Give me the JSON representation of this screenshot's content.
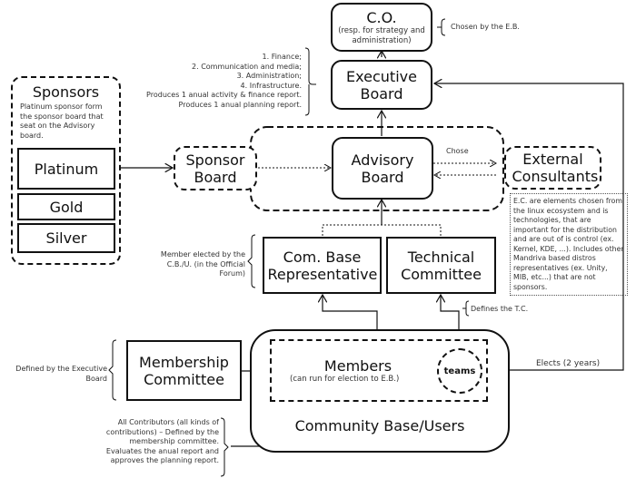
{
  "nodes": {
    "co": {
      "title": "C.O.",
      "subtitle": "(resp. for strategy and administration)"
    },
    "executive_board": {
      "label": "Executive Board"
    },
    "advisory_board": {
      "label": "Advisory Board"
    },
    "sponsor_board": {
      "label": "Sponsor Board"
    },
    "external_consultants": {
      "label": "External Consultants"
    },
    "com_base_rep": {
      "label": "Com. Base Representative"
    },
    "technical_committee": {
      "label": "Technical Committee"
    },
    "membership_committee": {
      "label": "Membership Committee"
    },
    "members": {
      "title": "Members",
      "subtitle": "(can run for election to E.B.)"
    },
    "teams": {
      "label": "teams"
    },
    "community": {
      "label": "Community Base/Users"
    },
    "sponsors": {
      "title": "Sponsors",
      "description": "Platinum sponsor form the sponsor board that seat on the Advisory board.",
      "tiers": [
        "Platinum",
        "Gold",
        "Silver"
      ]
    }
  },
  "annotations": {
    "co_chosen": "Chosen by the E.B.",
    "eb_duties": [
      "1. Finance;",
      "2. Communication and media;",
      "3. Administration;",
      "4. Infrastructure.",
      "Produces 1 anual activity & finance report.",
      "Produces 1 anual planning report."
    ],
    "chose": "Chose",
    "ec_note": "E.C. are elements chosen from the linux ecosystem and is technologies, that are important for the distribution and are out of is control (ex. Kernel, KDE, ...). Includes other Mandriva based distros representatives (ex. Unity, MIB, etc...) that are not sponsors.",
    "cbr_elected": "Member elected by the C.B./U. (in the Official Forum)",
    "defines_tc": "Defines the T.C.",
    "elects": "Elects (2 years)",
    "mc_defined": "Defined by the Executive Board",
    "contributors": "All Contributors (all kinds of contributions) – Defined by the membership committee. Evaluates the anual report and approves the planning report."
  }
}
